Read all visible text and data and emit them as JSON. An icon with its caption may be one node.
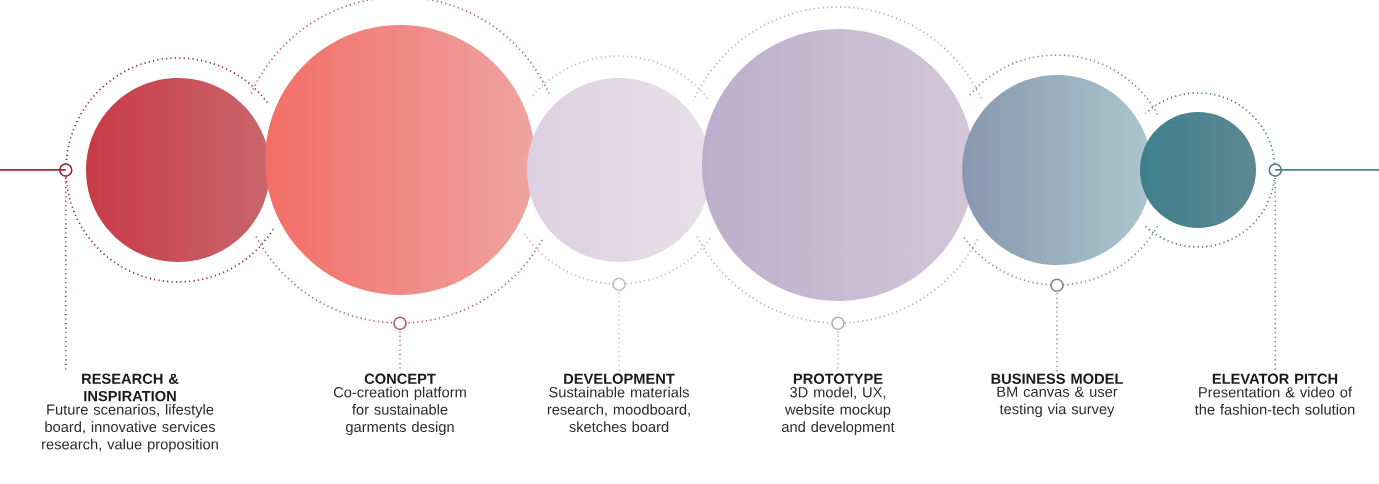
{
  "diagram": {
    "nodes": [
      {
        "text": [
          "RESEARCH & INSPIRATION",
          "Future scenarios, lifestyle board, innovative services research, value proposition"
        ]
      },
      {
        "text": [
          "CONCEPT",
          "Co-creation platform for sustainable garments design"
        ]
      },
      {
        "text": [
          "DEVELOPMENT",
          "Sustainable materials research, moodboard, sketches board"
        ]
      },
      {
        "text": [
          "PROTOTYPE",
          "3D model, UX, website mockup and development"
        ]
      },
      {
        "text": [
          "BUSINESS MODEL",
          "BM canvas & user testing via survey"
        ]
      },
      {
        "text": [
          "ELEVATOR PITCH",
          "Presentation & video of the fashion-tech solution"
        ]
      },
      {
        "text": [],
        "shape": "circle"
      },
      {
        "text": [],
        "shape": "circle"
      },
      {
        "text": [],
        "shape": "circle"
      },
      {
        "text": [],
        "shape": "circle"
      },
      {
        "text": [],
        "shape": "circle"
      },
      {
        "text": [],
        "shape": "circle"
      }
    ],
    "edges": [
      {
        "from": null,
        "to": 6,
        "arrow": "none",
        "color": "#a02a3a"
      },
      {
        "from": 0,
        "to": 6,
        "arrow": "none",
        "style": "dashed",
        "color": "#8a2838"
      },
      {
        "from": 1,
        "to": 7,
        "arrow": "none",
        "style": "dashed",
        "color": "#b05e6c"
      },
      {
        "from": 2,
        "to": 8,
        "arrow": "none",
        "style": "dashed",
        "color": "#c8b6c6"
      },
      {
        "from": 3,
        "to": 9,
        "arrow": "none",
        "style": "dashed",
        "color": "#b8acb8"
      },
      {
        "from": 4,
        "to": 10,
        "arrow": "none",
        "style": "dashed",
        "color": "#7a8896"
      },
      {
        "from": 5,
        "to": 11,
        "arrow": "none",
        "style": "dashed",
        "color": "#4e7684"
      },
      {
        "from": 11,
        "to": null,
        "arrow": "none",
        "color": "#4f7f90"
      }
    ]
  }
}
